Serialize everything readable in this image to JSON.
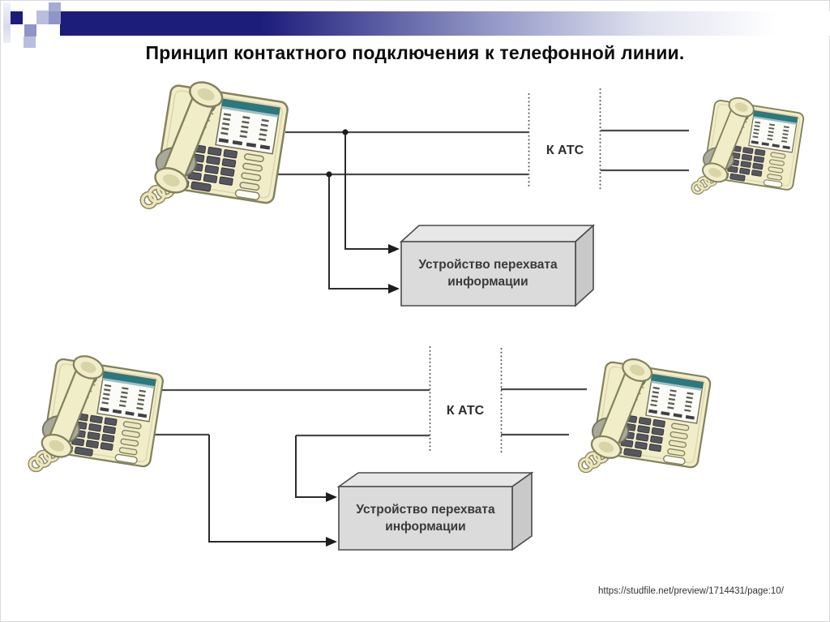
{
  "slide": {
    "title": "Принцип контактного подключения к телефонной линии.",
    "source_url": "https://studfile.net/preview/1714431/page:10/"
  },
  "diagram": {
    "atc_label": "К АТС",
    "device_label": "Устройство перехвата информации",
    "device_label_lines": [
      "Устройство перехвата",
      "информации"
    ]
  },
  "colors": {
    "accent-navy": "#1c1c7a",
    "lavender-light": "#b9bedd",
    "lavender-mid": "#8f95c5",
    "lavender-soft": "#a6abd5",
    "wire": "#4b4b4b",
    "box-fill": "#dbdbdb",
    "box-top": "#e7e7e7",
    "box-side": "#c9c9c9",
    "box-stroke": "#4a4a4a",
    "phone-body": "#f2edc9",
    "phone-outline": "#82825e"
  }
}
